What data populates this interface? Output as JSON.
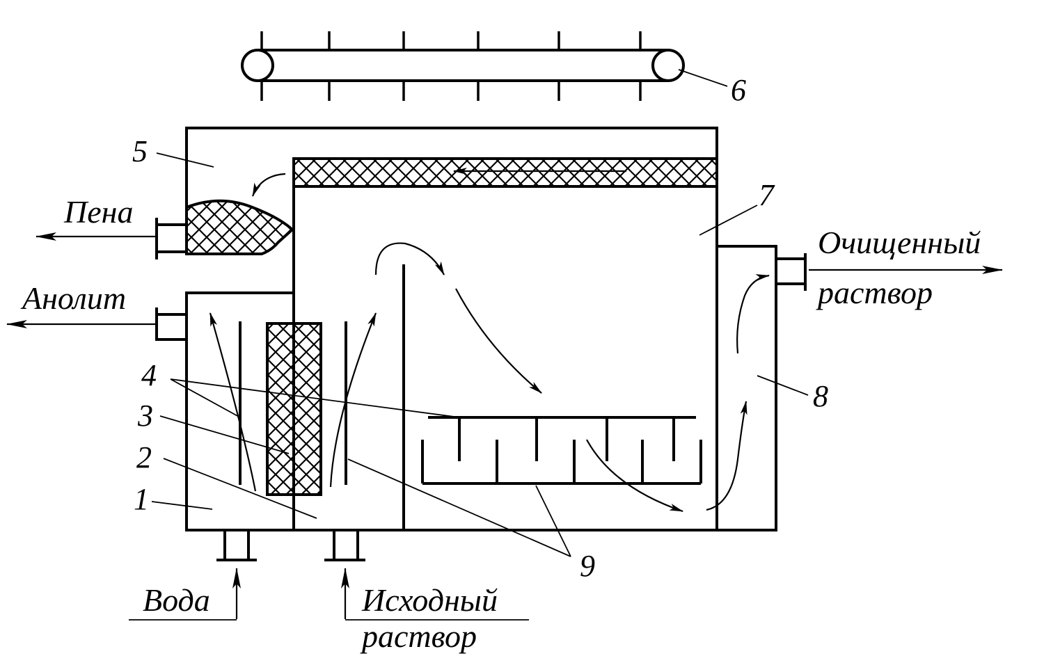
{
  "labels": {
    "n1": "1",
    "n2": "2",
    "n3": "3",
    "n4": "4",
    "n5": "5",
    "n6": "6",
    "n7": "7",
    "n8": "8",
    "n9": "9",
    "foam": "Пена",
    "anolyte": "Анолит",
    "purified_line1": "Очищенный",
    "purified_line2": "раствор",
    "water": "Вода",
    "source_line1": "Исходный",
    "source_line2": "раствор"
  }
}
